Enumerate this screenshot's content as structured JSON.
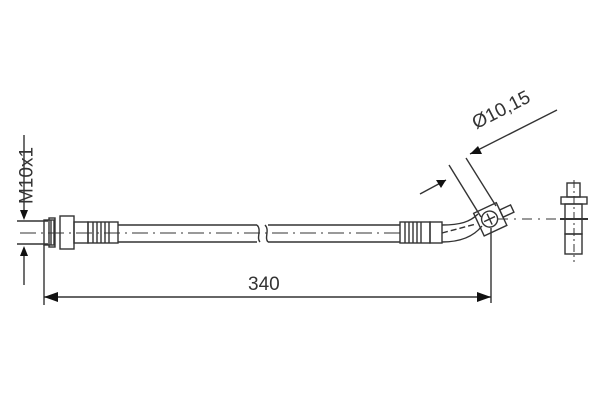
{
  "drawing": {
    "type": "brake hose technical drawing",
    "dimensions": {
      "thread": "M10x1",
      "length": "340",
      "diameter": "Ø10,15"
    },
    "colors": {
      "line": "#333333",
      "background": "#ffffff"
    }
  }
}
